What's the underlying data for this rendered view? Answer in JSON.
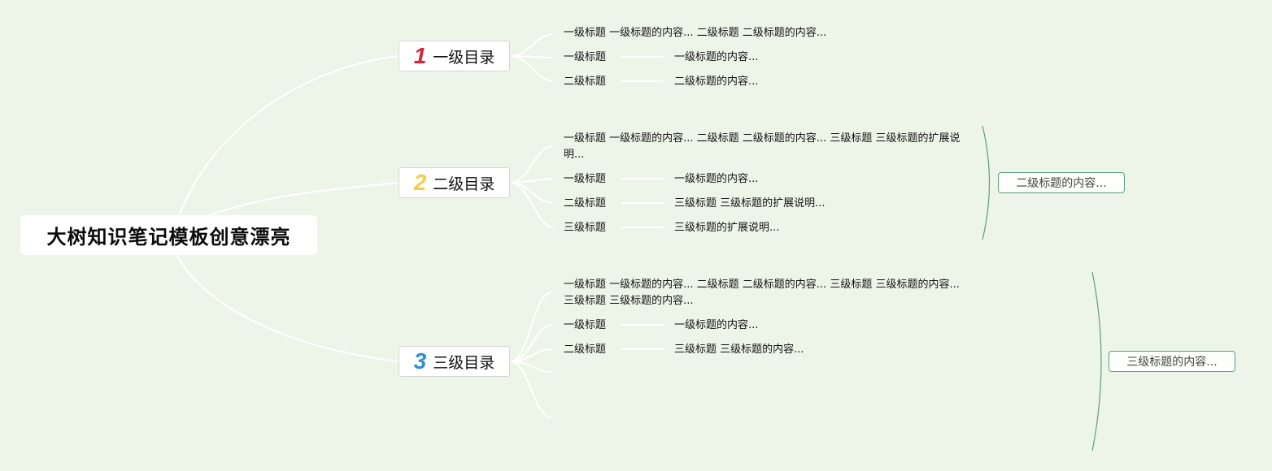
{
  "root": {
    "title": "大树知识笔记模板创意漂亮"
  },
  "colors": {
    "num1": "#d8233a",
    "num2": "#f3cf45",
    "num3": "#2e8ed8",
    "summary_border": "#5b9e7e",
    "background": "#edf5e8"
  },
  "branches": [
    {
      "num": "1",
      "label": "一级目录",
      "items": [
        {
          "text": "一级标题 一级标题的内容... 二级标题 二级标题的内容..."
        },
        {
          "label": "一级标题",
          "value": "一级标题的内容..."
        },
        {
          "label": "二级标题",
          "value": "二级标题的内容..."
        }
      ]
    },
    {
      "num": "2",
      "label": "二级目录",
      "items": [
        {
          "text": "一级标题 一级标题的内容... 二级标题 二级标题的内容... 三级标题 三级标题的扩展说明..."
        },
        {
          "label": "一级标题",
          "value": "一级标题的内容..."
        },
        {
          "label": "二级标题",
          "value": "三级标题 三级标题的扩展说明..."
        },
        {
          "label": "三级标题",
          "value": "三级标题的扩展说明..."
        }
      ],
      "summary": "二级标题的内容..."
    },
    {
      "num": "3",
      "label": "三级目录",
      "items": [
        {
          "text": "一级标题 一级标题的内容... 二级标题 二级标题的内容... 三级标题 三级标题的内容... 三级标题 三级标题的内容..."
        },
        {
          "label": "一级标题",
          "value": "一级标题的内容..."
        },
        {
          "label": "二级标题",
          "value": "三级标题 三级标题的内容..."
        }
      ],
      "summary": "三级标题的内容..."
    }
  ]
}
